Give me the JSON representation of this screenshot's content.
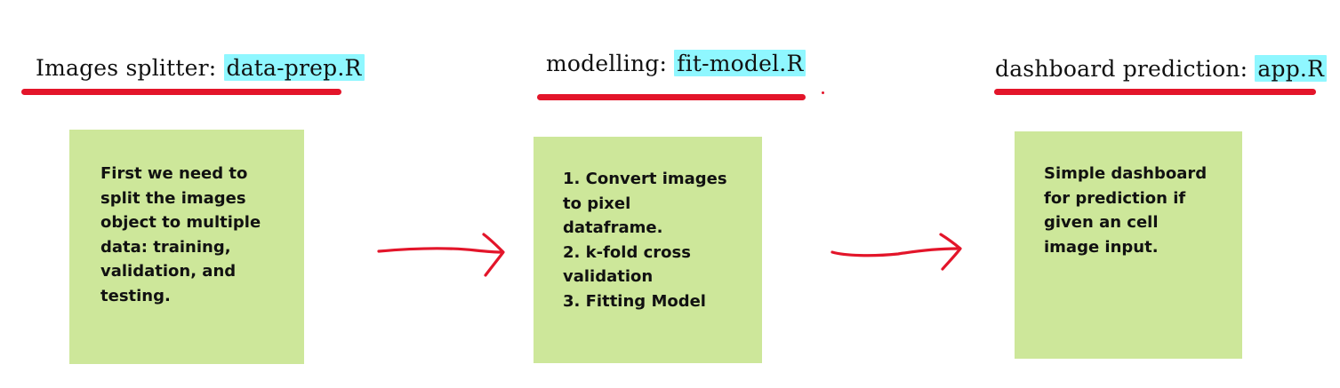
{
  "colors": {
    "accent_red": "#e3152a",
    "note_green": "#cde79a",
    "file_highlight": "#8ff7ff",
    "text": "#111111"
  },
  "steps": [
    {
      "heading_label": "Images splitter: ",
      "file_name": "data-prep.R",
      "note": "First we need to\nsplit the images\nobject to multiple\ndata: training,\nvalidation, and\ntesting."
    },
    {
      "heading_label": "modelling: ",
      "file_name": "fit-model.R",
      "note": "1. Convert images\nto pixel\ndataframe.\n2. k-fold cross\nvalidation\n3. Fitting Model"
    },
    {
      "heading_label": "dashboard prediction: ",
      "file_name": "app.R",
      "note": "Simple dashboard\nfor prediction if\ngiven an cell\nimage input."
    }
  ],
  "connectors": [
    {
      "from": 0,
      "to": 1,
      "icon": "arrow-right-icon"
    },
    {
      "from": 1,
      "to": 2,
      "icon": "arrow-right-icon"
    }
  ]
}
